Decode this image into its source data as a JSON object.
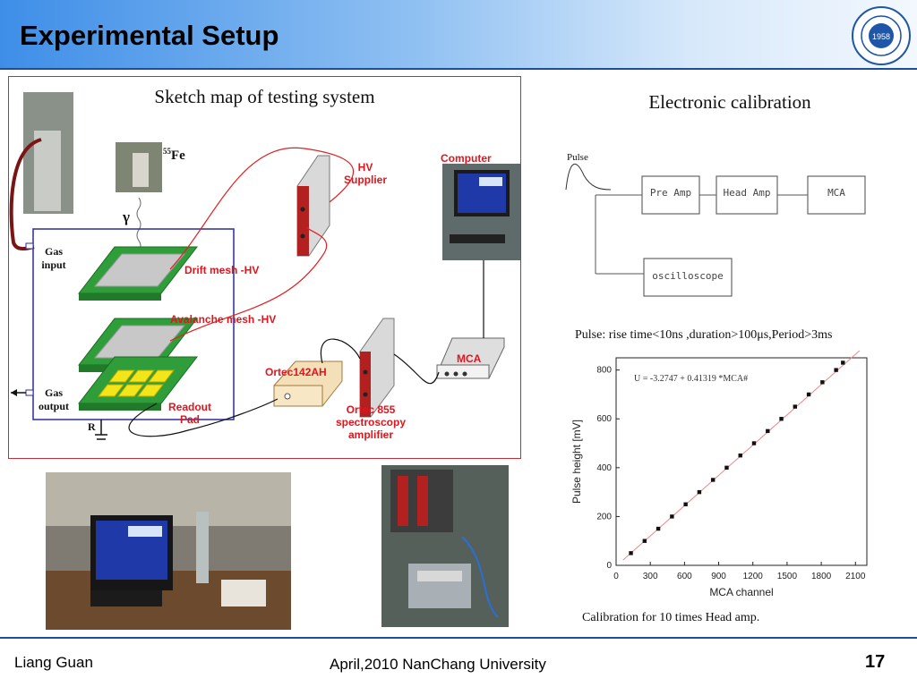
{
  "header": {
    "title": "Experimental Setup",
    "logo_text": "1958"
  },
  "sketch": {
    "title": "Sketch map of testing system",
    "source_sup": "55",
    "source_elem": "Fe",
    "gamma": "γ",
    "gas_input": "Gas input",
    "gas_output": "Gas output",
    "drift_mesh": "Drift mesh -HV",
    "avalanche_mesh": "Avalanche mesh -HV",
    "readout_pad": "Readout Pad",
    "resistor": "R",
    "hv_supplier": "HV Supplier",
    "computer": "Computer",
    "mca": "MCA",
    "ortec142": "Ortec142AH",
    "ortec855": "Ortec 855 spectroscopy amplifier"
  },
  "calibration": {
    "title": "Electronic calibration",
    "pulse_label": "Pulse",
    "pre_amp": "Pre Amp",
    "head_amp": "Head Amp",
    "mca": "MCA",
    "oscilloscope": "oscilloscope",
    "pulse_spec": "Pulse: rise time<10ns ,duration>100μs,Period>3ms",
    "caption": "Calibration for 10 times Head amp."
  },
  "chart_data": {
    "type": "scatter",
    "title": "",
    "xlabel": "MCA channel",
    "ylabel": "Pulse height [mV]",
    "xlim": [
      0,
      2200
    ],
    "ylim": [
      0,
      850
    ],
    "xticks": [
      0,
      300,
      600,
      900,
      1200,
      1500,
      1800,
      2100
    ],
    "yticks": [
      0,
      200,
      400,
      600,
      800
    ],
    "annotation": "U = -3.2747 + 0.41319 *MCA#",
    "fit": {
      "intercept": -3.2747,
      "slope": 0.41319
    },
    "x": [
      130,
      250,
      370,
      490,
      610,
      730,
      850,
      970,
      1090,
      1210,
      1330,
      1450,
      1570,
      1690,
      1810,
      1930,
      1990
    ],
    "y": [
      50,
      100,
      150,
      200,
      250,
      300,
      350,
      400,
      450,
      500,
      550,
      600,
      650,
      700,
      750,
      800,
      830
    ],
    "grid": false,
    "color": "#e03030"
  },
  "footer": {
    "author": "Liang Guan",
    "date_place": "April,2010  NanChang University",
    "page": "17"
  }
}
